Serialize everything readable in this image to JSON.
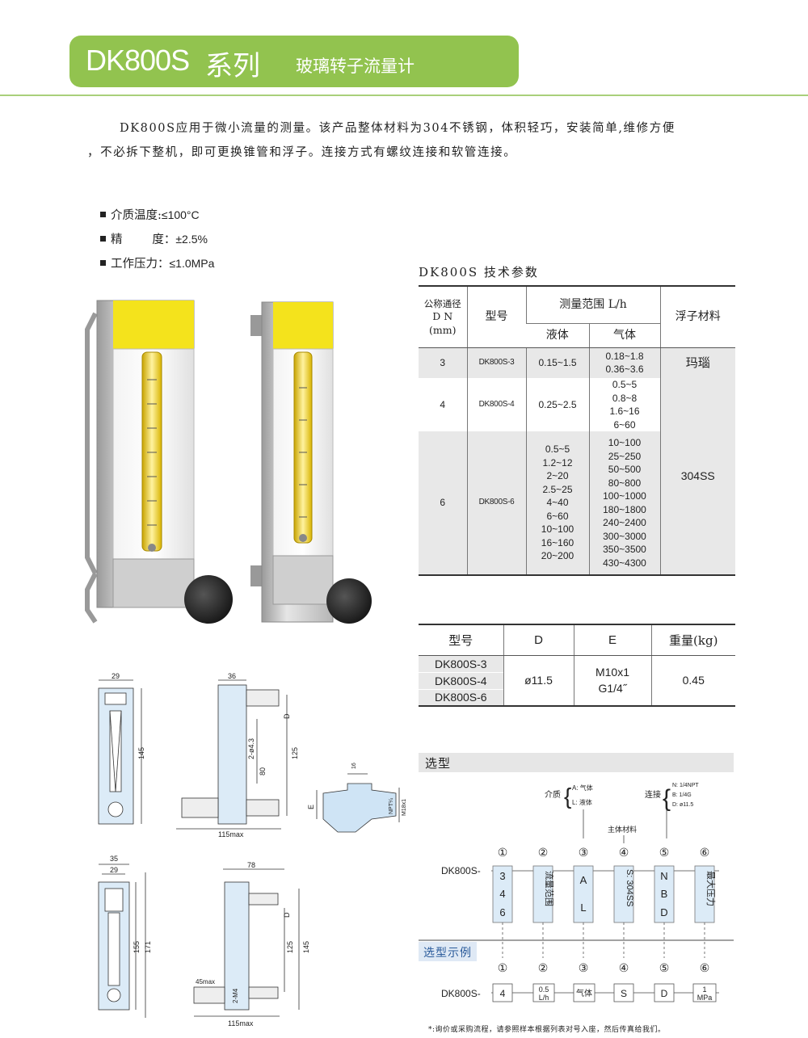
{
  "header": {
    "model": "DK800S",
    "series": "系列",
    "subtitle": "玻璃转子流量计"
  },
  "intro": {
    "line1": "DK800S应用于微小流量的测量。该产品整体材料为304不锈钢，体积轻巧，安装简单,维修方便",
    "line2": "，不必拆下整机，即可更换锥管和浮子。连接方式有螺纹连接和软管连接。"
  },
  "specs": [
    {
      "label": "介质温度:",
      "value": "≤100°C"
    },
    {
      "label": "精        度：",
      "value": "±2.5%"
    },
    {
      "label": "工作压力：",
      "value": "≤1.0MPa"
    }
  ],
  "table1": {
    "title": "DK800S 技术参数",
    "h_dn1": "公称通径",
    "h_dn2": "D N",
    "h_dn3": "(mm)",
    "h_model": "型号",
    "h_range": "测量范围 L/h",
    "h_liquid": "液体",
    "h_gas": "气体",
    "h_float": "浮子材料",
    "rows": [
      {
        "dn": "3",
        "model": "DK800S-3",
        "liquid": [
          "0.15~1.5"
        ],
        "gas": [
          "0.18~1.8",
          "0.36~3.6"
        ],
        "float": "玛瑙"
      },
      {
        "dn": "4",
        "model": "DK800S-4",
        "liquid": [
          "0.25~2.5"
        ],
        "gas": [
          "0.5~5",
          "0.8~8",
          "1.6~16",
          "6~60"
        ],
        "float": ""
      },
      {
        "dn": "6",
        "model": "DK800S-6",
        "liquid": [
          "0.5~5",
          "1.2~12",
          "2~20",
          "2.5~25",
          "4~40",
          "6~60",
          "10~100",
          "16~160",
          "20~200"
        ],
        "gas": [
          "10~100",
          "25~250",
          "50~500",
          "80~800",
          "100~1000",
          "180~1800",
          "240~2400",
          "300~3000",
          "350~3500",
          "430~4300"
        ],
        "float": "304SS"
      }
    ]
  },
  "table2": {
    "h_model": "型号",
    "h_d": "D",
    "h_e": "E",
    "h_weight": "重量(kg)",
    "models": [
      "DK800S-3",
      "DK800S-4",
      "DK800S-6"
    ],
    "d": "ø11.5",
    "e1": "M10x1",
    "e2": "G1/4˝",
    "weight": "0.45"
  },
  "selection": {
    "title": "选型",
    "example_title": "选型示例",
    "prefix": "DK800S-",
    "medium_label": "介质",
    "medium_opts": [
      "A: 气体",
      "L: 液体"
    ],
    "conn_label": "连接",
    "conn_opts": [
      "N: 1/4NPT",
      "B: 1/4G",
      "D: ø11.5"
    ],
    "body_label": "主体材料",
    "nums": [
      "①",
      "②",
      "③",
      "④",
      "⑤",
      "⑥"
    ],
    "col1": [
      "3",
      "4",
      "6"
    ],
    "col2": "流量范围",
    "col3": [
      "A",
      "L"
    ],
    "col4": "S: 304SS",
    "col5": [
      "N",
      "B",
      "D"
    ],
    "col6": "最大压力",
    "example": {
      "v1": "4",
      "v2a": "0.5",
      "v2b": "L/h",
      "v3": "气体",
      "v4": "S",
      "v5": "D",
      "v6a": "1",
      "v6b": "MPa"
    },
    "footnote": "*:询价或采购流程，请参照样本根据列表对号入座，然后传真给我们。"
  },
  "drawings": {
    "d1": {
      "w": "29",
      "h": "145"
    },
    "d2": {
      "w": "36",
      "d": "D",
      "a": "2-ø4.3",
      "b": "80",
      "c": "125",
      "len": "115max"
    },
    "d3": {
      "w": "16",
      "e": "E",
      "npt": "NPT¼",
      "m": "M18x1"
    },
    "d4": {
      "w1": "35",
      "w2": "29",
      "h1": "155",
      "h2": "171"
    },
    "d5": {
      "w": "78",
      "d": "D",
      "a": "45max",
      "b": "125",
      "c": "145",
      "m": "2-M4",
      "len": "115max"
    }
  },
  "colors": {
    "brand": "#92c34f",
    "label_yellow": "#f4e31c",
    "drawing_blue": "#cfe4f5"
  }
}
